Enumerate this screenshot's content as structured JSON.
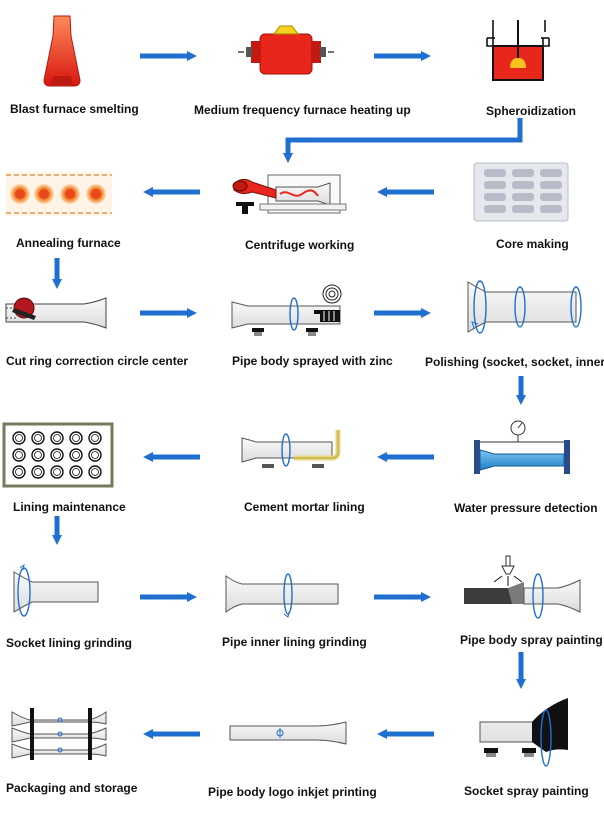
{
  "steps": [
    {
      "label": "Blast furnace smelting",
      "icon": "blast-furnace-icon"
    },
    {
      "label": "Medium frequency furnace heating up",
      "icon": "medium-frequency-furnace-icon"
    },
    {
      "label": "Spheroidization",
      "icon": "spheroidization-ladle-icon"
    },
    {
      "label": "Core making",
      "icon": "core-making-icon"
    },
    {
      "label": "Centrifuge working",
      "icon": "centrifuge-icon"
    },
    {
      "label": "Annealing furnace",
      "icon": "annealing-furnace-icon"
    },
    {
      "label": "Cut ring correction circle center",
      "icon": "cut-ring-icon"
    },
    {
      "label": "Pipe body sprayed with zinc",
      "icon": "zinc-spray-icon"
    },
    {
      "label": "Polishing (socket, socket, inner w",
      "icon": "polishing-icon"
    },
    {
      "label": "Water pressure detection",
      "icon": "pressure-gauge-icon"
    },
    {
      "label": "Cement mortar lining",
      "icon": "cement-lining-icon"
    },
    {
      "label": "Lining maintenance",
      "icon": "lining-maintenance-icon"
    },
    {
      "label": "Socket lining grinding",
      "icon": "socket-grinding-icon"
    },
    {
      "label": "Pipe inner lining grinding",
      "icon": "inner-grinding-icon"
    },
    {
      "label": "Pipe body spray painting",
      "icon": "spray-painting-icon"
    },
    {
      "label": "Socket spray painting",
      "icon": "socket-painting-icon"
    },
    {
      "label": "Pipe body logo inkjet printing",
      "icon": "logo-printing-icon"
    },
    {
      "label": "Packaging and storage",
      "icon": "packaging-icon"
    }
  ],
  "colors": {
    "arrow": "#1f6fd1",
    "fire": "#e8261c",
    "flame": "#f6c21c"
  }
}
